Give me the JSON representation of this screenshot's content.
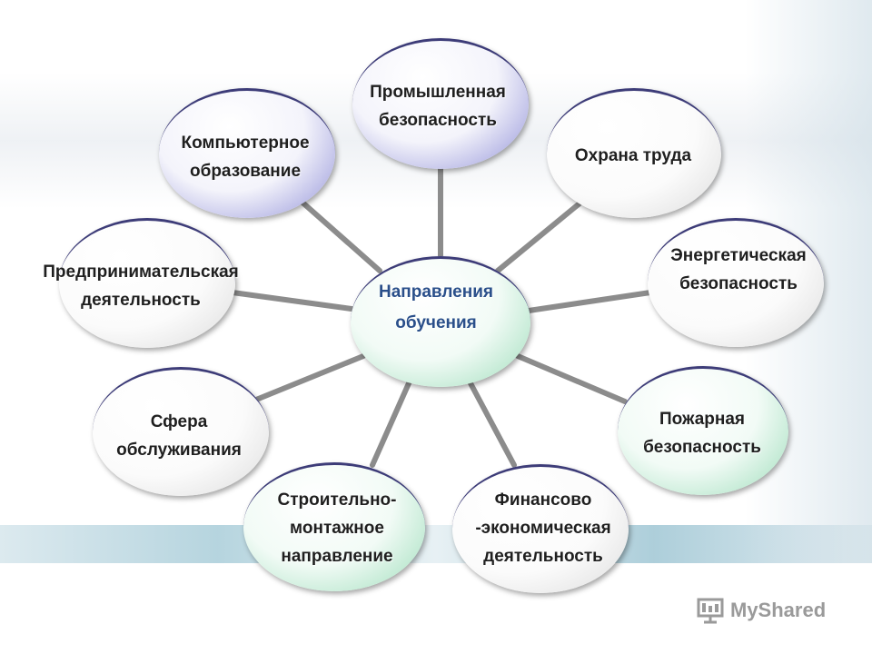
{
  "center": {
    "line1": "Направления",
    "line2": "обучения"
  },
  "nodes": {
    "industrial": {
      "line1": "Промышленная",
      "line2": "безопасность"
    },
    "labor": {
      "line1": "Охрана труда"
    },
    "energy": {
      "line1": "Энергетическая",
      "line2": "безопасность"
    },
    "fire": {
      "line1": "Пожарная",
      "line2": "безопасность"
    },
    "finance": {
      "line1": "Финансово",
      "line2": "-экономическая",
      "line3": "деятельность"
    },
    "construction": {
      "line1": "Строительно-",
      "line2": "монтажное",
      "line3": "направление"
    },
    "service": {
      "line1": "Сфера",
      "line2": "обслуживания"
    },
    "business": {
      "line1": "Предпринимательская",
      "line2": "деятельность"
    },
    "computer": {
      "line1": "Компьютерное",
      "line2": "образование"
    }
  },
  "watermark": {
    "text": "MyShared"
  },
  "colors": {
    "center_text": "#2a4f8a",
    "connector": "#8c8c8c",
    "rim": "#3d3c78",
    "blue_accent": "#4b4bcf",
    "green_accent": "#4dc792"
  }
}
